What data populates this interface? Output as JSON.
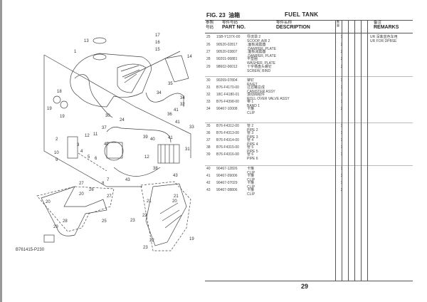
{
  "figure": {
    "label": "FIG. 23",
    "label_cn": "油箱",
    "title": "FUEL TANK",
    "page": "29",
    "drawing_code": "B761415-P230"
  },
  "headers": {
    "no_cn": "参照",
    "no_cn2": "号码",
    "part_cn": "零件号码",
    "part": "PART NO.",
    "desc_cn": "零件名称",
    "desc": "DESCRIPTION",
    "qty": "数量",
    "rem_cn": "备注",
    "rem": "REMARKS"
  },
  "rows": [
    {
      "no": "25",
      "part": "1SB-Y137X-00",
      "cn": "导流罩 2",
      "desc": "SCOOP, AIR 2",
      "qty": "1",
      "rem_cn": "UR 深紫蓝色车用",
      "rem": "UR FOR DPBSE"
    },
    {
      "no": "26",
      "part": "90520-02817",
      "cn": ".面板减震器",
      "desc": ".DAMPER, PLATE",
      "qty": "2",
      "rem_cn": "",
      "rem": ""
    },
    {
      "no": "27",
      "part": "90520-03807",
      "cn": ".面板减震器",
      "desc": ".DAMPER, PLATE",
      "qty": "2",
      "rem_cn": "",
      "rem": ""
    },
    {
      "no": "28",
      "part": "90201-06881",
      "cn": "平垫圈",
      "desc": "WASHER, PLATE",
      "qty": "2",
      "rem_cn": "",
      "rem": ""
    },
    {
      "no": "29",
      "part": "98602-06012",
      "cn": "十字槽盘头螺钉",
      "desc": "SCREW, BIND",
      "qty": "2",
      "rem_cn": "",
      "rem": ""
    },
    {
      "no": "30",
      "part": "90269-07804",
      "cn": "铆钉",
      "desc": "RIVET",
      "qty": "1",
      "rem_cn": "",
      "rem": ""
    },
    {
      "no": "31",
      "part": "B76-F4170-00",
      "cn": "过滤罐总成",
      "desc": "CANISTER ASSY",
      "qty": "1",
      "rem_cn": "",
      "rem": ""
    },
    {
      "no": "32",
      "part": "18C-F4180-01",
      "cn": "滚动阀组件",
      "desc": "ROLL OVER VALVE ASSY",
      "qty": "1",
      "rem_cn": "",
      "rem": ""
    },
    {
      "no": "33",
      "part": "B76-F4398-00",
      "cn": "带 1",
      "desc": "BAND 1",
      "qty": "1",
      "rem_cn": "",
      "rem": ""
    },
    {
      "no": "34",
      "part": "90467-10008",
      "cn": "卡箍",
      "desc": "CLIP",
      "qty": "2",
      "rem_cn": "",
      "rem": ""
    },
    {
      "no": "35",
      "part": "B76-F4312-00",
      "cn": "管 2",
      "desc": "PIPE 2",
      "qty": "1",
      "rem_cn": "",
      "rem": ""
    },
    {
      "no": "36",
      "part": "B76-F4313-00",
      "cn": "管 3",
      "desc": "PIPE 3",
      "qty": "1",
      "rem_cn": "",
      "rem": ""
    },
    {
      "no": "37",
      "part": "B76-F4314-00",
      "cn": "管 4",
      "desc": "PIPE 4",
      "qty": "1",
      "rem_cn": "",
      "rem": ""
    },
    {
      "no": "38",
      "part": "B76-F4315-00",
      "cn": "管 5",
      "desc": "PIPE 5",
      "qty": "1",
      "rem_cn": "",
      "rem": ""
    },
    {
      "no": "39",
      "part": "B76-F4316-00",
      "cn": "管 6",
      "desc": "PIPE 6",
      "qty": "1",
      "rem_cn": "",
      "rem": ""
    },
    {
      "no": "40",
      "part": "90467-12826",
      "cn": "卡箍",
      "desc": "CLIP",
      "qty": "1",
      "rem_cn": "",
      "rem": ""
    },
    {
      "no": "41",
      "part": "90467-09006",
      "cn": "卡箍",
      "desc": "CLIP",
      "qty": "3",
      "rem_cn": "",
      "rem": ""
    },
    {
      "no": "42",
      "part": "90467-07029",
      "cn": "卡箍",
      "desc": "CLIP",
      "qty": "1",
      "rem_cn": "",
      "rem": ""
    },
    {
      "no": "43",
      "part": "90467-08806",
      "cn": "卡箍",
      "desc": "CLIP",
      "qty": "2",
      "rem_cn": "",
      "rem": ""
    }
  ],
  "callouts": [
    "13",
    "17",
    "16",
    "15",
    "1",
    "14",
    "35",
    "34",
    "34",
    "32",
    "41",
    "36",
    "33",
    "41",
    "18",
    "19",
    "19",
    "30",
    "24",
    "37",
    "2",
    "12",
    "11",
    "39",
    "40",
    "41",
    "31",
    "42",
    "10",
    "9",
    "4",
    "5",
    "6",
    "7",
    "8",
    "12",
    "38",
    "43",
    "43",
    "27",
    "26",
    "20",
    "27",
    "25",
    "28",
    "29",
    "20",
    "21",
    "20",
    "21",
    "22",
    "23",
    "22",
    "23",
    "19",
    "3"
  ]
}
